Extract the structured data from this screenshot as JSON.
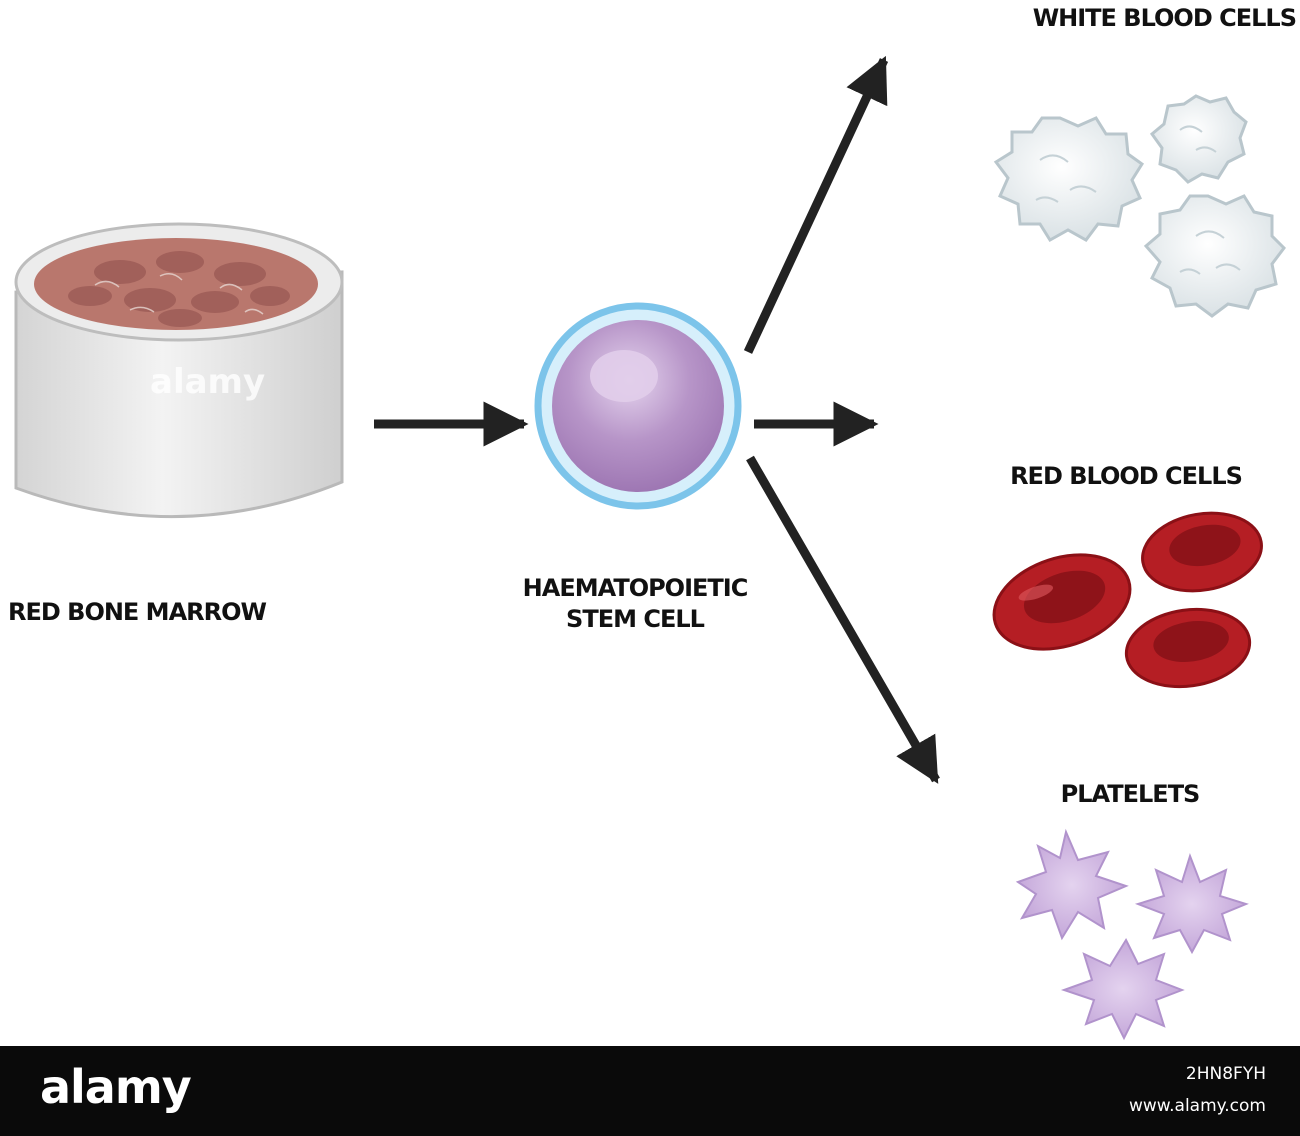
{
  "labels": {
    "red_bone_marrow": "RED BONE MARROW",
    "stem_cell_line1": "HAEMATOPOIETIC",
    "stem_cell_line2": "STEM CELL",
    "white_blood_cells": "WHITE BLOOD CELLS",
    "red_blood_cells": "RED BLOOD CELLS",
    "platelets": "PLATELETS"
  },
  "watermark": {
    "overlay_text": "alamy",
    "footer_logo": "alamy",
    "image_id": "2HN8FYH",
    "url": "www.alamy.com"
  },
  "colors": {
    "marrow": "#b9776d",
    "bone": "#e2e2e2",
    "stem_cell": "#b48cc4",
    "stem_membrane": "#8fd0f0",
    "white_cell": "#e8eef0",
    "red_cell": "#b51e24",
    "platelet": "#c8a9dc",
    "arrow": "#222222"
  }
}
